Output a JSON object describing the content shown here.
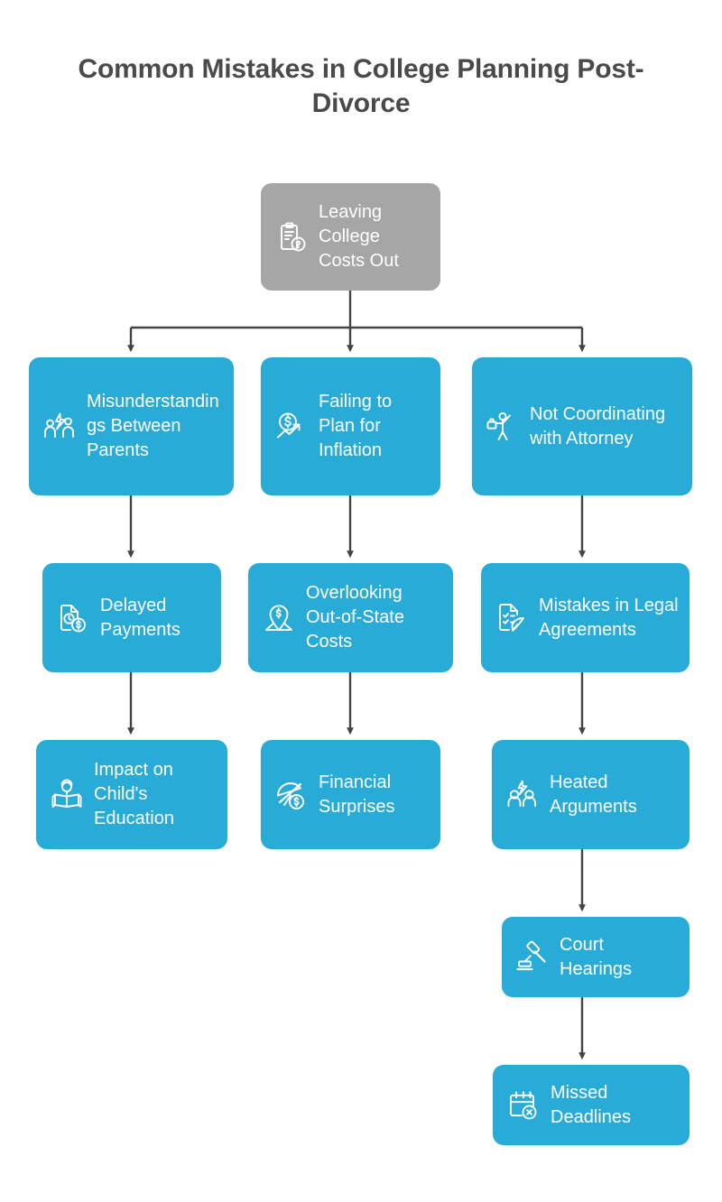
{
  "title": "Common Mistakes in College Planning Post-Divorce",
  "colors": {
    "root_node": "#a6a6a6",
    "node": "#29abd8",
    "node_text": "#ffffff",
    "title_text": "#4a4a4a",
    "connector": "#444444",
    "background": "#ffffff"
  },
  "chart_data": {
    "type": "diagram",
    "title": "Common Mistakes in College Planning Post-Divorce",
    "layout": "top-down tree, 3 branches",
    "nodes": [
      {
        "id": "root",
        "label": "Leaving College Costs Out",
        "icon": "clipboard-question-icon",
        "color": "#a6a6a6",
        "level": 0,
        "column": "center"
      },
      {
        "id": "misunder",
        "label": "Misunderstandings Between Parents",
        "icon": "two-people-conflict-icon",
        "color": "#29abd8",
        "level": 1,
        "column": "left"
      },
      {
        "id": "inflation",
        "label": "Failing to Plan for Inflation",
        "icon": "dollar-growth-icon",
        "color": "#29abd8",
        "level": 1,
        "column": "center"
      },
      {
        "id": "attorney",
        "label": "Not Coordinating with Attorney",
        "icon": "person-briefcase-icon",
        "color": "#29abd8",
        "level": 1,
        "column": "right"
      },
      {
        "id": "delayed",
        "label": "Delayed Payments",
        "icon": "clock-dollar-document-icon",
        "color": "#29abd8",
        "level": 2,
        "column": "left"
      },
      {
        "id": "outofstate",
        "label": "Overlooking Out-of-State Costs",
        "icon": "map-pin-dollar-icon",
        "color": "#29abd8",
        "level": 2,
        "column": "center"
      },
      {
        "id": "legal",
        "label": "Mistakes in Legal Agreements",
        "icon": "checklist-quill-icon",
        "color": "#29abd8",
        "level": 2,
        "column": "right"
      },
      {
        "id": "education",
        "label": "Impact on Child's Education",
        "icon": "child-reading-book-icon",
        "color": "#29abd8",
        "level": 3,
        "column": "left"
      },
      {
        "id": "surprises",
        "label": "Financial Surprises",
        "icon": "umbrella-dollar-icon",
        "color": "#29abd8",
        "level": 3,
        "column": "center"
      },
      {
        "id": "heated",
        "label": "Heated Arguments",
        "icon": "two-people-argument-icon",
        "color": "#29abd8",
        "level": 3,
        "column": "right"
      },
      {
        "id": "court",
        "label": "Court Hearings",
        "icon": "gavel-icon",
        "color": "#29abd8",
        "level": 4,
        "column": "right"
      },
      {
        "id": "deadlines",
        "label": "Missed Deadlines",
        "icon": "calendar-x-icon",
        "color": "#29abd8",
        "level": 5,
        "column": "right"
      }
    ],
    "edges": [
      {
        "from": "root",
        "to": "misunder"
      },
      {
        "from": "root",
        "to": "inflation"
      },
      {
        "from": "root",
        "to": "attorney"
      },
      {
        "from": "misunder",
        "to": "delayed"
      },
      {
        "from": "inflation",
        "to": "outofstate"
      },
      {
        "from": "attorney",
        "to": "legal"
      },
      {
        "from": "delayed",
        "to": "education"
      },
      {
        "from": "outofstate",
        "to": "surprises"
      },
      {
        "from": "legal",
        "to": "heated"
      },
      {
        "from": "heated",
        "to": "court"
      },
      {
        "from": "court",
        "to": "deadlines"
      }
    ]
  }
}
